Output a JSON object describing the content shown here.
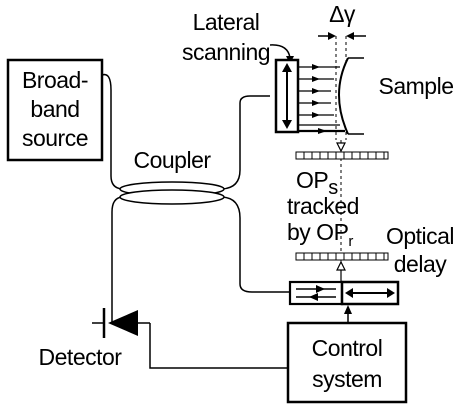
{
  "labels": {
    "source_line1": "Broad-",
    "source_line2": "band",
    "source_line3": "source",
    "coupler": "Coupler",
    "lateral_line1": "Lateral",
    "lateral_line2": "scanning",
    "delta_gamma": "Δγ",
    "sample": "Sample",
    "ops_main": "OP",
    "ops_sub": "s",
    "tracked_line1": "tracked",
    "tracked_line2": "by OP",
    "tracked_sub": "r",
    "optical_line1": "Optical",
    "optical_line2": "delay",
    "control_line1": "Control",
    "control_line2": "system",
    "detector": "Detector"
  }
}
